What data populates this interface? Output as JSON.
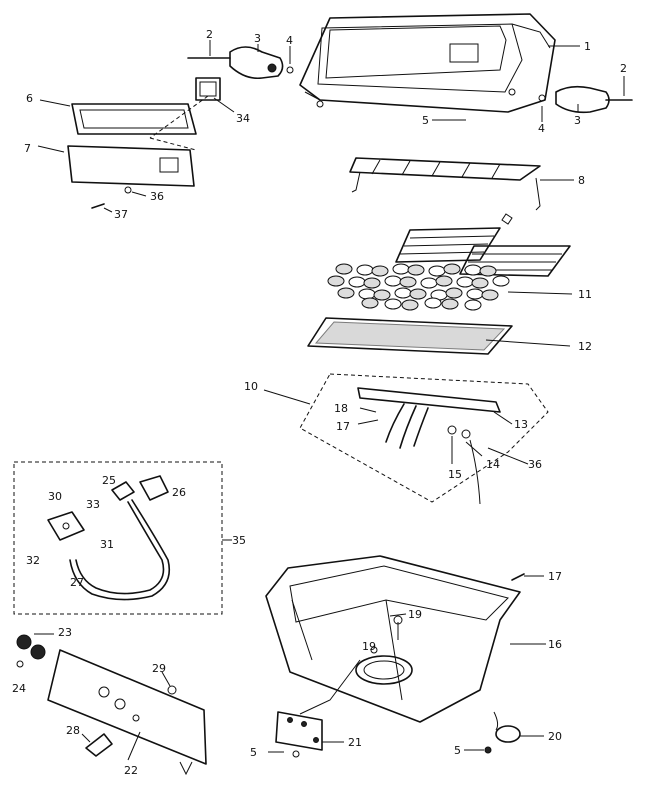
{
  "labels": {
    "n1": "1",
    "n2a": "2",
    "n2b": "2",
    "n3a": "3",
    "n3b": "3",
    "n4a": "4",
    "n4b": "4",
    "n5a": "5",
    "n5b": "5",
    "n5c": "5",
    "n6": "6",
    "n7": "7",
    "n8": "8",
    "n10": "10",
    "n11": "11",
    "n12": "12",
    "n13": "13",
    "n14": "14",
    "n15": "15",
    "n16": "16",
    "n17a": "17",
    "n17b": "17",
    "n18": "18",
    "n19a": "19",
    "n19b": "19",
    "n20": "20",
    "n21": "21",
    "n22": "22",
    "n23": "23",
    "n24": "24",
    "n25": "25",
    "n26": "26",
    "n27": "27",
    "n28": "28",
    "n29": "29",
    "n30": "30",
    "n31": "31",
    "n32": "32",
    "n33": "33",
    "n34": "34",
    "n35": "35",
    "n36a": "36",
    "n36b": "36",
    "n37": "37"
  }
}
